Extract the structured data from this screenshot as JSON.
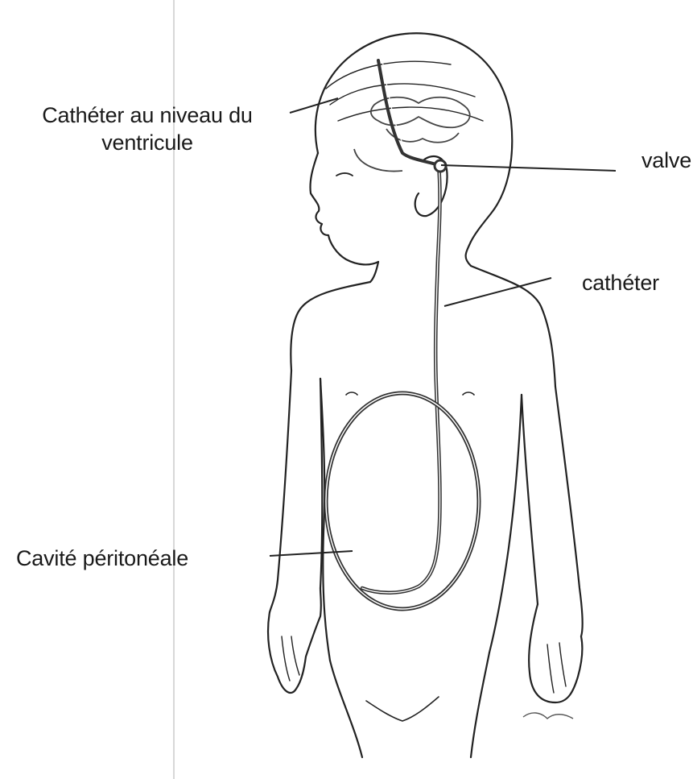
{
  "labels": {
    "catheter_ventricle_line1": "Cathéter  au niveau du",
    "catheter_ventricle_line2": "ventricule",
    "valve": "valve",
    "catheter": "cathéter",
    "peritoneal_cavity": "Cavité péritonéale"
  },
  "colors": {
    "ink": "#1a1a1a",
    "shunt": "#333333",
    "background": "#ffffff"
  }
}
